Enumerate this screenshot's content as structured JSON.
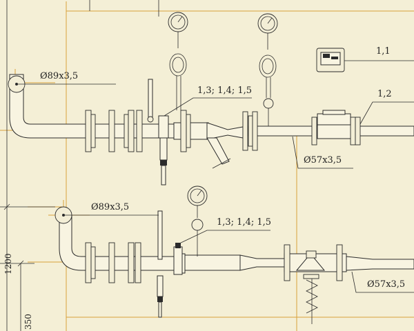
{
  "labels": {
    "upper_inlet_pipe": "Ø89x3,5",
    "upper_outlet_pipe": "Ø57x3,5",
    "upper_items": "1,3; 1,4; 1,5",
    "meter_tag": "1,1",
    "flow_meter_tag": "1,2",
    "lower_inlet_pipe": "Ø89x3,5",
    "lower_items": "1,3; 1,4; 1,5",
    "lower_outlet_pipe": "Ø57x3,5"
  },
  "dimensions": {
    "vertical_total": "1200",
    "vertical_lower": "350"
  },
  "colors": {
    "paper": "#f4efd6",
    "line": "#2b2b2b",
    "axis": "#d9a13b"
  }
}
